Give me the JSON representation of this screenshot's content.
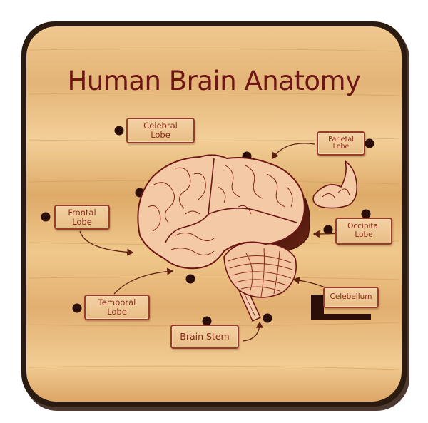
{
  "title": "Human Brain Anatomy",
  "labels": {
    "celebral": "Celebral\nLobe",
    "parietal": "Parietal\nLobe",
    "frontal": "Frontal\nLobe",
    "occipital": "Occipital\nLobe",
    "temporal": "Temporal\nLobe",
    "celebellum": "Celebellum",
    "brain_stem": "Brain Stem"
  },
  "colors": {
    "wood_light": "#f0c98f",
    "wood_dark": "#d9a662",
    "ink": "#6e1616",
    "lobe_fill": "#f4c9a6",
    "dark_wood": "#5c1f12"
  },
  "icons": [
    "arrow-icon",
    "peg-hole-icon"
  ]
}
